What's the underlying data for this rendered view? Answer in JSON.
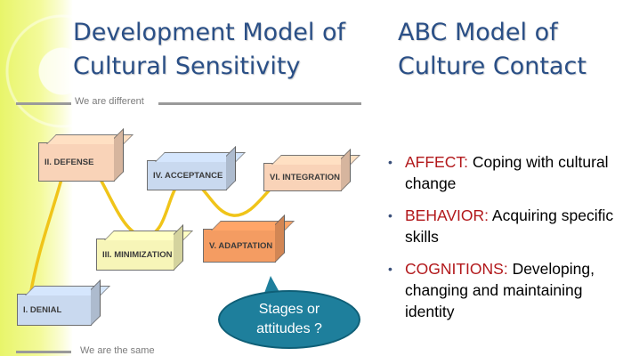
{
  "left_title": "Development Model of Cultural Sensitivity",
  "right_title": "ABC Model of Culture Contact",
  "diagram": {
    "top_label": "We are different",
    "bottom_label": "We are the same",
    "stages": {
      "denial": "I. DENIAL",
      "defense": "II. DEFENSE",
      "minimization": "III. MINIMIZATION",
      "acceptance": "IV. ACCEPTANCE",
      "adaptation": "V. ADAPTATION",
      "integration": "VI. INTEGRATION"
    },
    "path_color": "#f0c419",
    "bubble": {
      "line1": "Stages or",
      "line2": "attitudes ?"
    }
  },
  "abc": {
    "items": [
      {
        "keyword": "AFFECT:",
        "text": " Coping with cultural change"
      },
      {
        "keyword": "BEHAVIOR:",
        "text": "  Acquiring specific skills"
      },
      {
        "keyword": "COGNITIONS:",
        "text": " Developing, changing and maintaining identity"
      }
    ],
    "keyword_color": "#b2181b"
  },
  "colors": {
    "title": "#2a4f86",
    "left_band": "#e8f56a",
    "bubble": "#1e7f9c"
  }
}
